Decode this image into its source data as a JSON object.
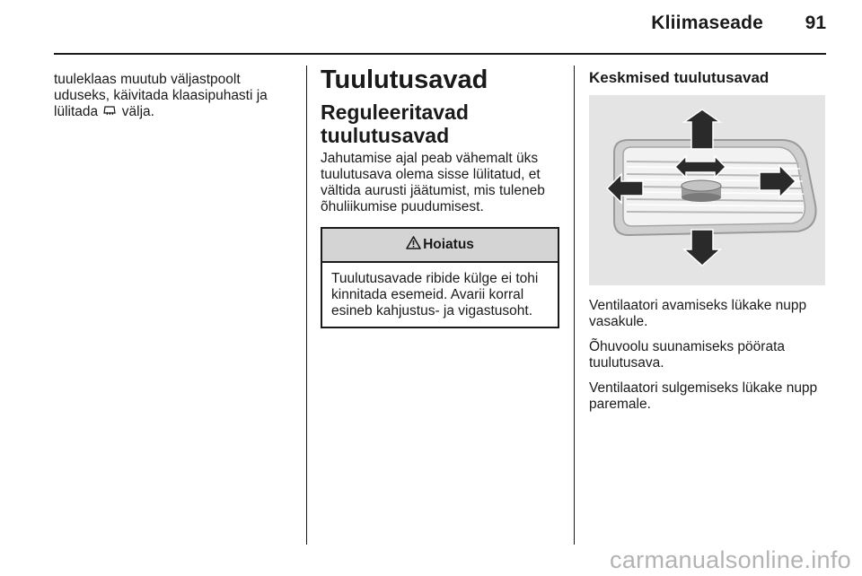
{
  "header": {
    "title": "Kliimaseade",
    "page_number": "91"
  },
  "col1": {
    "text_before_icon": "tuuleklaas muutub väljastpoolt uduseks, käivitada klaasipuhasti ja lülitada",
    "icon": "rear-defrost-icon",
    "text_after_icon": "välja."
  },
  "col2": {
    "heading": "Tuulutusavad",
    "subheading": "Reguleeritavad tuulutusavad",
    "paragraph": "Jahutamise ajal peab vähemalt üks tuulutusava olema sisse lülitatud, et vältida aurusti jäätumist, mis tuleneb õhuliikumise puudumisest.",
    "warning": {
      "icon": "warning-triangle-icon",
      "title": "Hoiatus",
      "text": "Tuulutusavade ribide külge ei tohi kinnitada esemeid. Avarii korral esineb kahjustus- ja vigastusoht."
    }
  },
  "col3": {
    "heading": "Keskmised tuulutusavad",
    "illustration": "air-vent-illustration",
    "paragraphs": [
      "Ventilaatori avamiseks lükake nupp vasakule.",
      "Õhuvoolu suunamiseks pöörata tuulutusava.",
      "Ventilaatori sulgemiseks lükake nupp paremale."
    ]
  },
  "watermark": "carmanualsonline.info"
}
